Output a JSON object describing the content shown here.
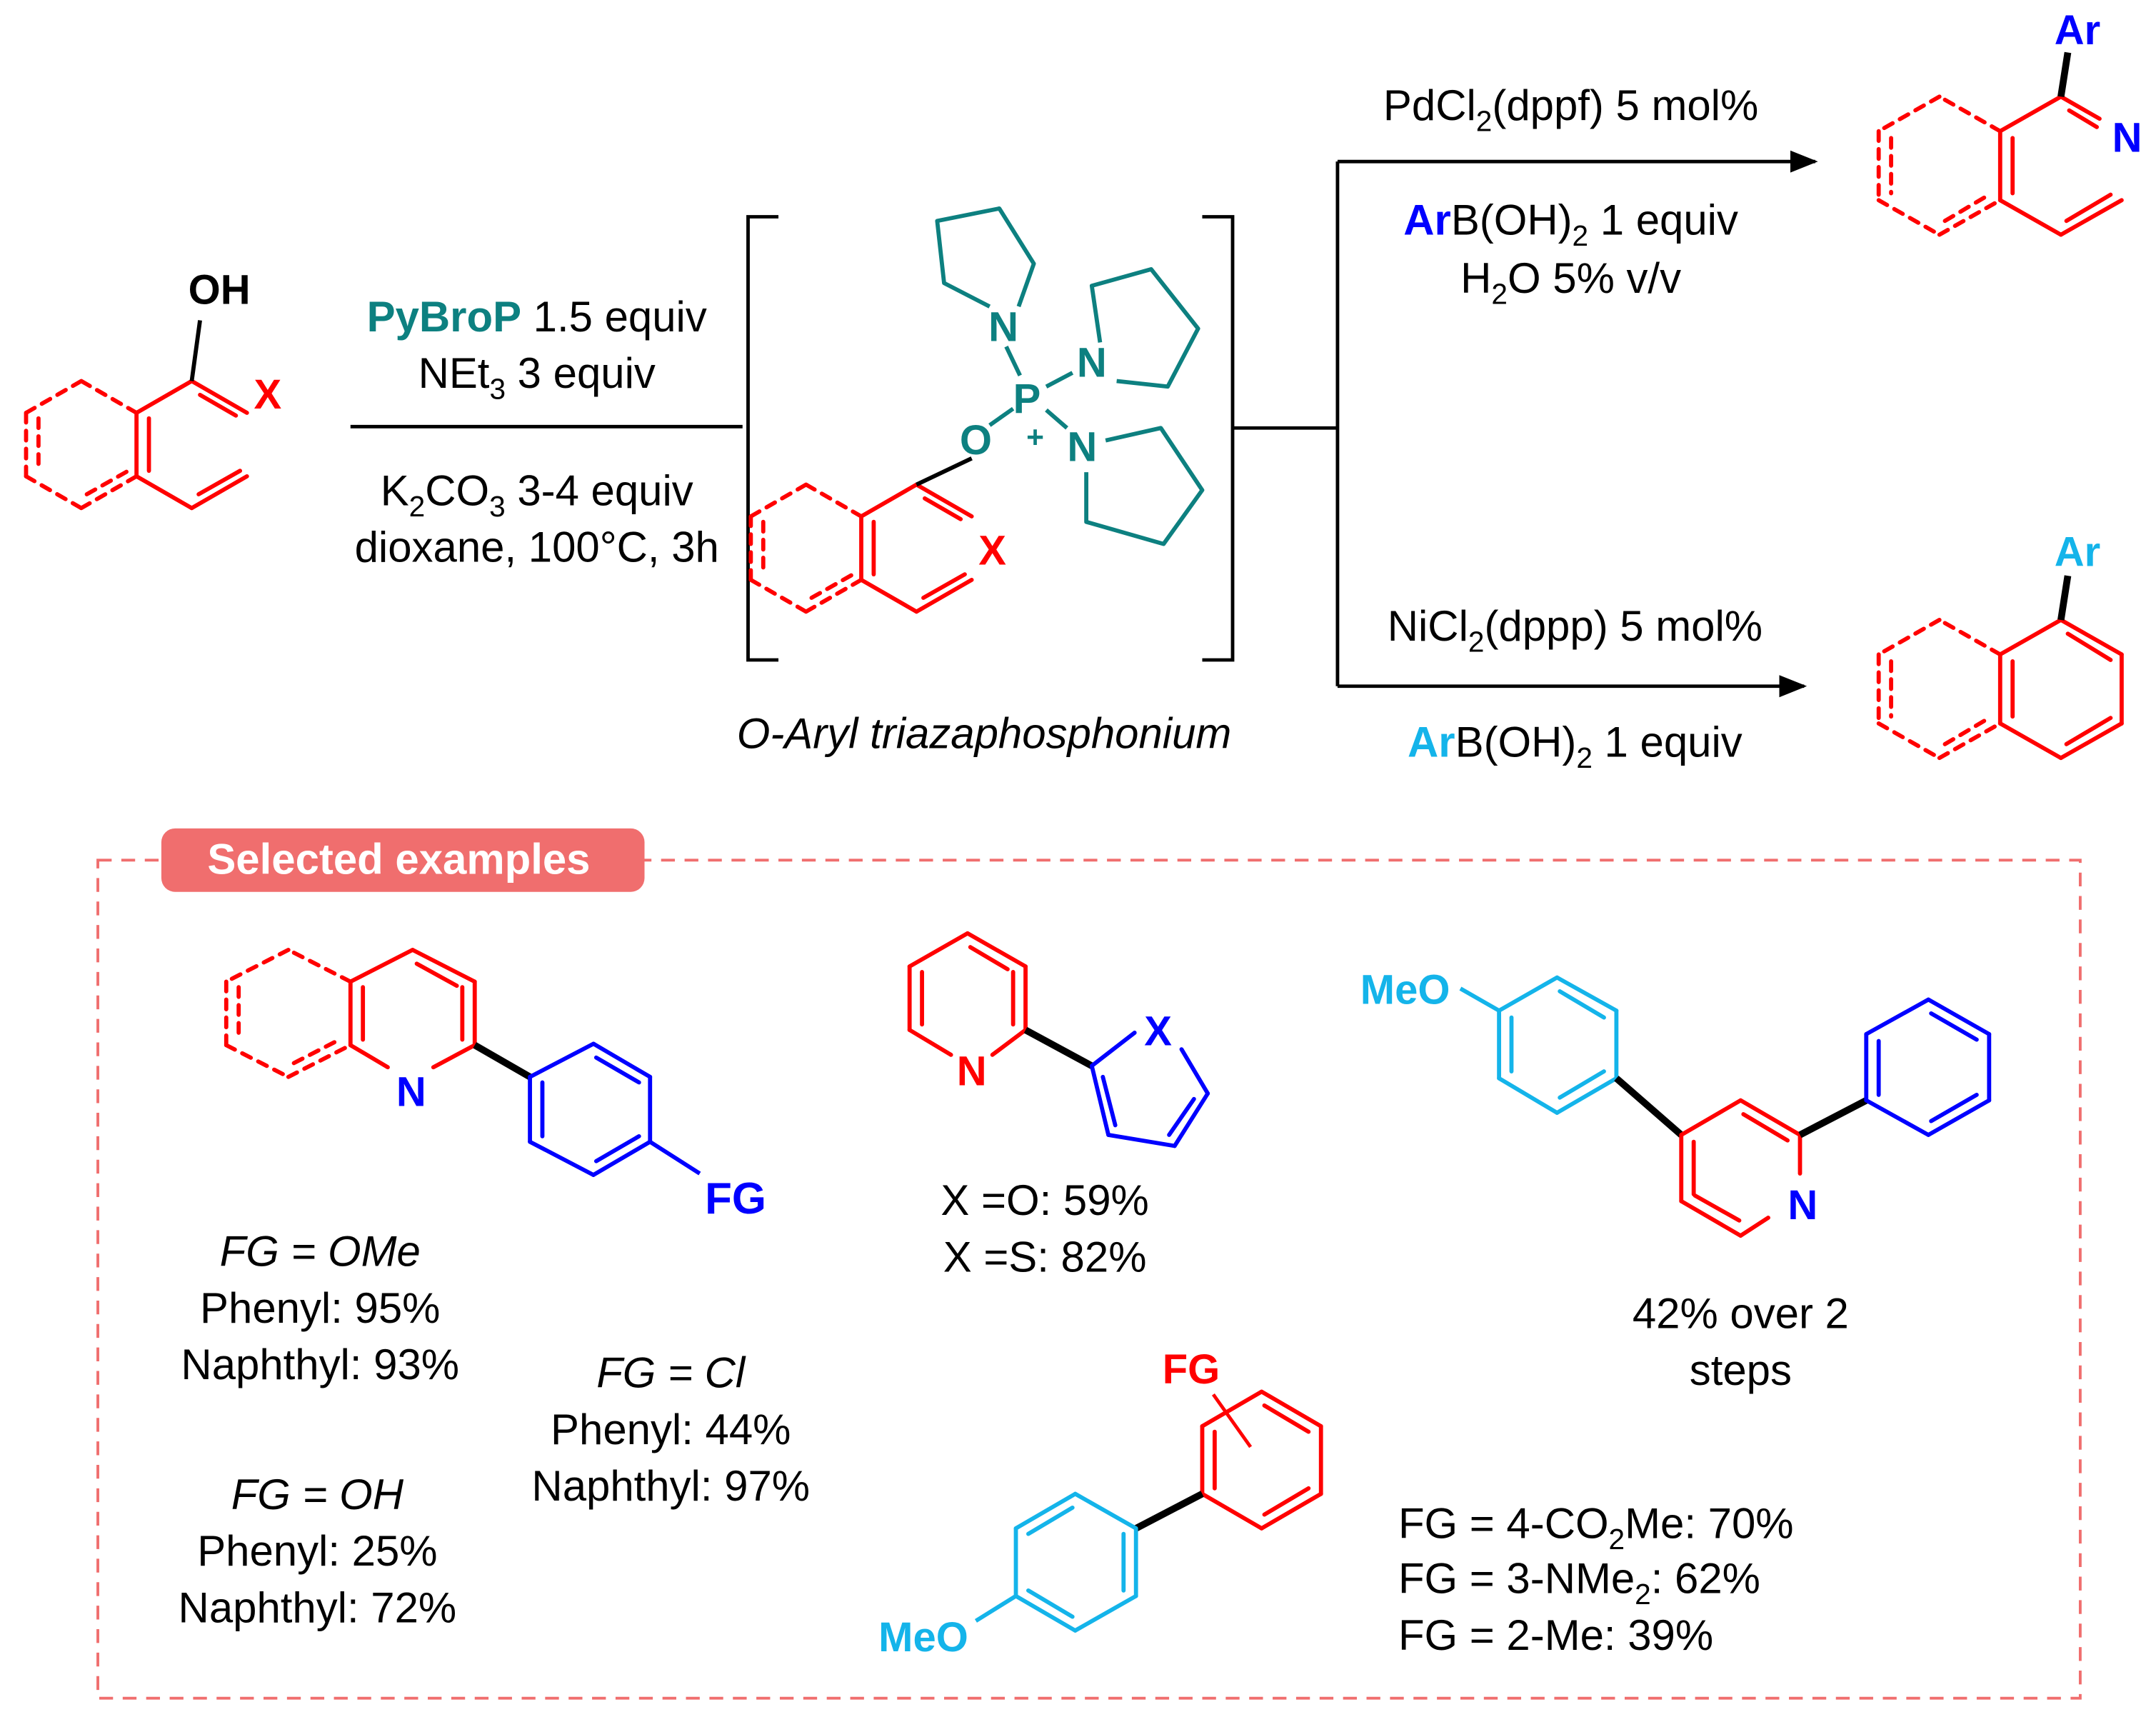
{
  "colors": {
    "red": "#ff0000",
    "teal": "#0d8080",
    "blue": "#0000ff",
    "cyan": "#14b4ea",
    "black": "#000000",
    "badge_bg": "#f06e6e",
    "dashed_border": "#f06e6e"
  },
  "start": {
    "oh": "OH",
    "x": "X"
  },
  "step1": {
    "pybrop": "PyBroP",
    "pybrop_amt": " 1.5 equiv",
    "net": "NEt",
    "net_sub": "3",
    "net_amt": " 3 equiv",
    "k2co3_a": "K",
    "k2co3_sub1": "2",
    "k2co3_b": "CO",
    "k2co3_sub2": "3",
    "k2co3_amt": " 3-4 equiv",
    "solvent": "dioxane, 100°C, 3h"
  },
  "intermediate": {
    "n": "N",
    "p": "P",
    "plus": "+",
    "o": "O",
    "x": "X",
    "label": "O-Aryl triazaphosphonium"
  },
  "pd_route": {
    "cat_a": "PdCl",
    "cat_sub": "2",
    "cat_b": "(dppf) 5 mol%",
    "ar": "Ar",
    "boronic_a": "B(OH)",
    "boronic_sub": "2",
    "boronic_b": " 1 equiv",
    "water_a": "H",
    "water_sub": "2",
    "water_b": "O 5% v/v",
    "product_ar": "Ar",
    "product_n": "N"
  },
  "ni_route": {
    "cat_a": "NiCl",
    "cat_sub": "2",
    "cat_b": "(dppp) 5 mol%",
    "ar": "Ar",
    "boronic_a": "B(OH)",
    "boronic_sub": "2",
    "boronic_b": " 1 equiv",
    "product_ar": "Ar"
  },
  "examples": {
    "badge": "Selected examples",
    "ex1": {
      "n": "N",
      "fg": "FG",
      "ome_head": "FG = OMe",
      "ome_phenyl": "Phenyl: 95%",
      "ome_naphthyl": "Naphthyl: 93%",
      "oh_head": "FG = OH",
      "oh_phenyl": "Phenyl: 25%",
      "oh_naphthyl": "Naphthyl: 72%",
      "cl_head": "FG = Cl",
      "cl_phenyl": "Phenyl: 44%",
      "cl_naphthyl": "Naphthyl: 97%"
    },
    "ex2": {
      "n": "N",
      "x": "X",
      "yield_o": "X =O: 59%",
      "yield_s": "X =S: 82%"
    },
    "ex3": {
      "meo": "MeO",
      "n": "N",
      "yield_1": "42% over 2",
      "yield_2": "steps"
    },
    "ex4": {
      "fg": "FG",
      "meo": "MeO",
      "l1_a": "FG = 4-CO",
      "l1_sub": "2",
      "l1_b": "Me: 70%",
      "l2_a": "FG = 3-NMe",
      "l2_sub": "2",
      "l2_b": ": 62%",
      "l3": "FG = 2-Me: 39%"
    }
  }
}
